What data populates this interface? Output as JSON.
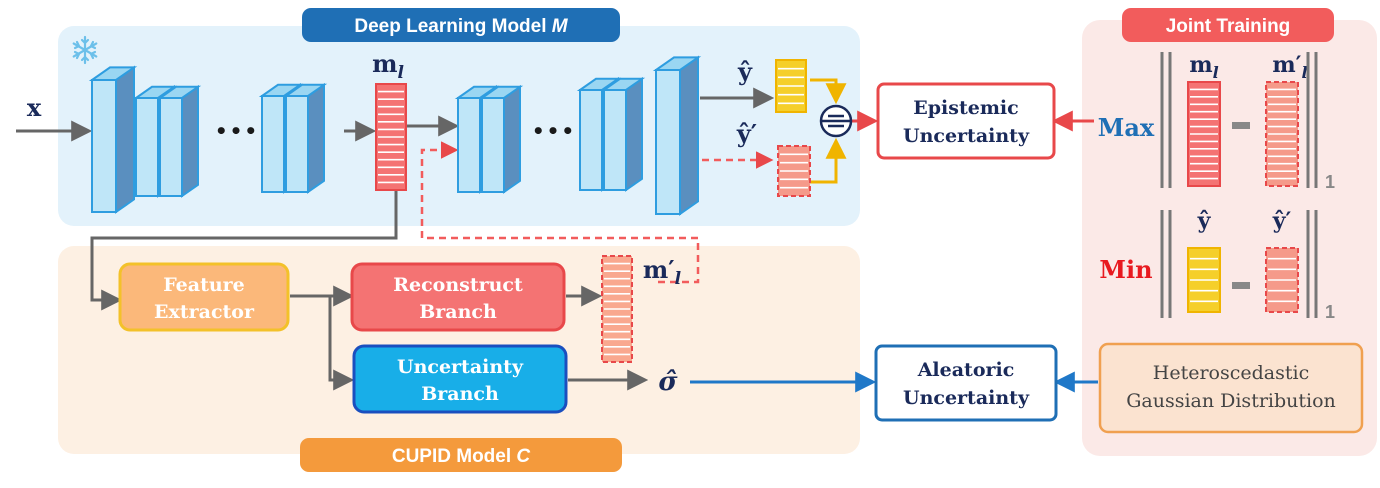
{
  "regions": {
    "model_m": {
      "title": "Deep Learning Model ",
      "title_var": "M"
    },
    "cupid": {
      "title": "CUPID Model ",
      "title_var": "C"
    },
    "joint": {
      "title": "Joint Training"
    }
  },
  "symbols": {
    "input": "x",
    "layer_feature_base": "m",
    "layer_feature_sub": "l",
    "recon_feature_base": "m′",
    "recon_feature_sub": "l",
    "y_hat": "ŷ",
    "y_hat_prime": "ŷ′",
    "sigma_hat": "σ̂",
    "dots": "•••",
    "minus": "−",
    "norm_sub": "1"
  },
  "boxes": {
    "feature_extractor": [
      "Feature",
      "Extractor"
    ],
    "reconstruct_branch": [
      "Reconstruct",
      "Branch"
    ],
    "uncertainty_branch": [
      "Uncertainty",
      "Branch"
    ],
    "epistemic": [
      "Epistemic",
      "Uncertainty"
    ],
    "aleatoric": [
      "Aleatoric",
      "Uncertainty"
    ],
    "heteroscedastic": [
      "Heteroscedastic",
      "Gaussian Distribution"
    ]
  },
  "joint_training": {
    "max_label": "Max",
    "min_label": "Min"
  },
  "colors": {
    "model_bg": "#e3f2fb",
    "cupid_bg": "#fdf0e3",
    "joint_bg": "#fbe9e7",
    "model_pill": "#1f6fb5",
    "cupid_pill": "#f49a3c",
    "joint_pill": "#f25c5c",
    "layer_front": "#bfe6f8",
    "layer_side": "#5a8fbf",
    "layer_stroke": "#2e9de0",
    "feature_red": "#f25c5c",
    "feature_yellow": "#f5cf2a",
    "arrow_gray": "#666666",
    "arrow_blue": "#1f78c8",
    "epistemic_border": "#e8484a",
    "aleatoric_border": "#1f6fb5"
  },
  "icons": [
    "snowflake-icon",
    "ensemble-compare-icon"
  ]
}
